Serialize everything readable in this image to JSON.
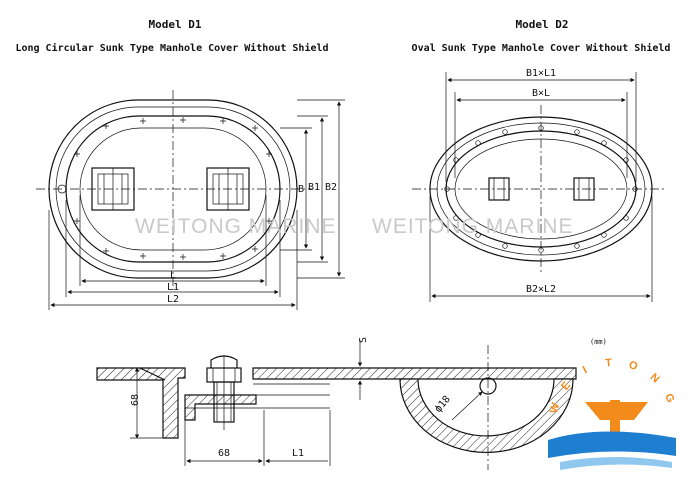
{
  "model_d1": {
    "title": "Model D1",
    "subtitle": "Long Circular Sunk Type Manhole Cover Without Shield",
    "dim_B": "B",
    "dim_B1": "B1",
    "dim_B2": "B2",
    "dim_L": "L",
    "dim_L1": "L1",
    "dim_L2": "L2"
  },
  "model_d2": {
    "title": "Model D2",
    "subtitle": "Oval Sunk Type Manhole Cover Without Shield",
    "dim_top": "B1×L1",
    "dim_mid": "B×L",
    "dim_bottom": "B2×L2"
  },
  "section": {
    "dim_S": "S",
    "dim_68_v": "68",
    "dim_68_h": "68",
    "dim_L1": "L1",
    "dim_phi": "ф18",
    "unit": "(mm)"
  },
  "watermark": {
    "text_1": "WEITONG MARINE",
    "text_2": "WEITONG MARINE"
  },
  "logo": {
    "letters": [
      "W",
      "E",
      "I",
      "T",
      "O",
      "N",
      "G"
    ],
    "colors": {
      "orange": "#f28a1c",
      "blue": "#1e7fd1",
      "light_blue": "#8fc7ee"
    }
  }
}
